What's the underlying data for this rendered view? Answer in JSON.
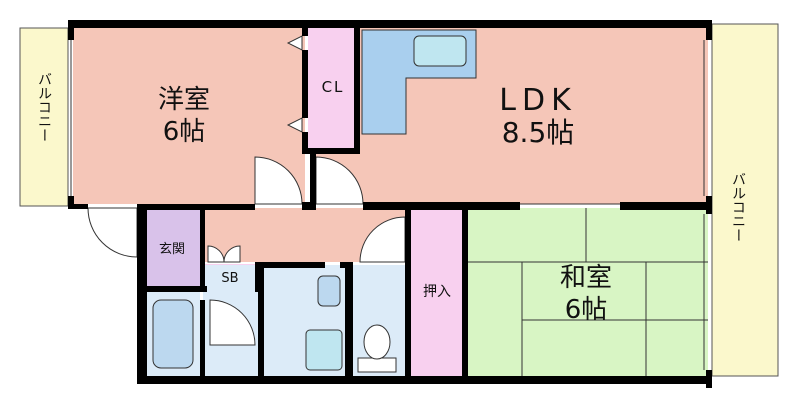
{
  "rooms": {
    "western": {
      "name": "洋室",
      "size": "6帖"
    },
    "ldk": {
      "name": "LDK",
      "size": "8.5帖"
    },
    "japanese": {
      "name": "和室",
      "size": "6帖"
    },
    "closet": {
      "name": "CL"
    },
    "entrance": {
      "name": "玄関"
    },
    "shoe_box": {
      "name": "SB"
    },
    "storage": {
      "name": "押入"
    }
  },
  "balconies": {
    "left": {
      "name": "バルコニー"
    },
    "right": {
      "name": "バルコニー"
    }
  },
  "colors": {
    "western_room": "#f5c6b8",
    "ldk": "#f5c6b8",
    "hall": "#f5c6b8",
    "closet": "#f8d0ef",
    "entrance": "#d9c2ea",
    "storage": "#f8d0ef",
    "japanese_room": "#d8f5c4",
    "bathroom": "#dcebf8",
    "kitchen_counter": "#a9cfee",
    "balcony": "#fbf8cc",
    "wall": "#000000"
  }
}
